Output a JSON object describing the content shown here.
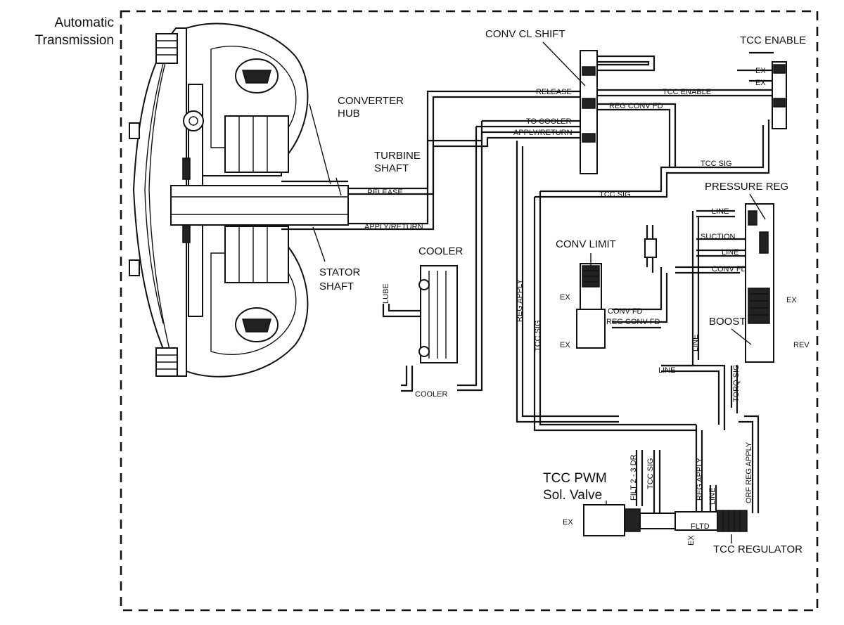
{
  "title": {
    "line1": "Automatic",
    "line2": "Transmission"
  },
  "converter_labels": {
    "converter_hub": {
      "line1": "CONVERTER",
      "line2": "HUB"
    },
    "turbine_shaft": {
      "line1": "TURBINE",
      "line2": "SHAFT"
    },
    "stator_shaft": {
      "line1": "STATOR",
      "line2": "SHAFT"
    }
  },
  "components": {
    "conv_cl_shift": "CONV CL SHIFT",
    "tcc_enable": "TCC ENABLE",
    "pressure_reg": "PRESSURE REG",
    "conv_limit": "CONV LIMIT",
    "cooler": "COOLER",
    "boost": "BOOST",
    "tcc_pwm": {
      "line1": "TCC PWM",
      "line2": "Sol. Valve"
    },
    "tcc_regulator": "TCC REGULATOR"
  },
  "passages": {
    "release_top": "RELEASE",
    "to_cooler": "TO COOLER",
    "apply_return_top": "APPLY/RETURN",
    "release_hub": "RELEASE",
    "apply_return_hub": "APPLY/RETURN",
    "tcc_enable_line": "TCC ENABLE",
    "reg_conv_fd_top": "REG CONV FD",
    "tcc_sig_right": "TCC SIG",
    "tcc_sig_mid": "TCC SIG",
    "ex_1": "EX",
    "ex_2": "EX",
    "line_pr": "LINE",
    "suction": "SUCTION",
    "line_pr2": "LINE",
    "conv_fd_pr": "CONV FD",
    "ex_pr": "EX",
    "rev": "REV",
    "conv_fd_cl": "CONV FD",
    "reg_conv_fd_cl": "REG CONV FD",
    "ex_cl1": "EX",
    "ex_cl2": "EX",
    "lube": "LUBE",
    "cooler_line": "COOLER",
    "reg_apply_v": "REG APPLY",
    "tcc_sig_v": "TCC SIG",
    "line_boost": "LINE",
    "line_mid": "LINE",
    "torq_sig": "TORQ SIG",
    "filt": "FILT 2 - 3 DR",
    "tcc_sig_pwm": "TCC SIG",
    "reg_apply_pwm": "REG APPLY",
    "line_pwm": "LINE",
    "orf_reg_apply": "ORF REG APPLY",
    "ex_pwm": "EX",
    "ex_reg": "EX",
    "fltd": "FLTD"
  }
}
